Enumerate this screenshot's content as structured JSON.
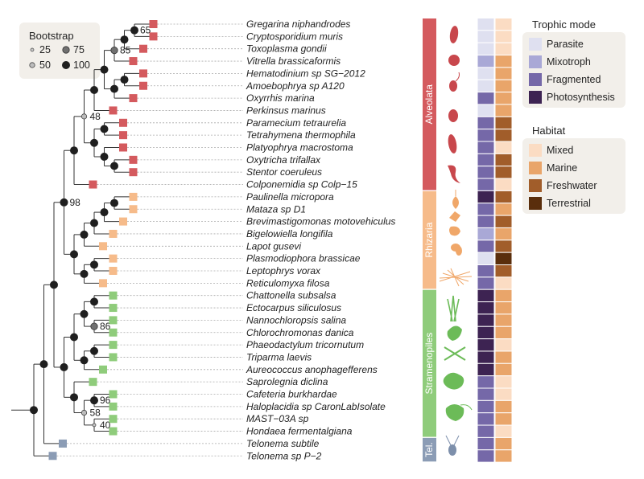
{
  "bootstrap_legend": {
    "title": "Bootstrap",
    "items": [
      {
        "label": "25",
        "value": 25
      },
      {
        "label": "75",
        "value": 75
      },
      {
        "label": "50",
        "value": 50
      },
      {
        "label": "100",
        "value": 100
      }
    ]
  },
  "trophic_legend": {
    "title": "Trophic mode",
    "items": [
      {
        "label": "Parasite",
        "color": "#dfe0f0"
      },
      {
        "label": "Mixotroph",
        "color": "#a9a8d6"
      },
      {
        "label": "Fragmented",
        "color": "#7568a8"
      },
      {
        "label": "Photosynthesis",
        "color": "#3d2352"
      }
    ]
  },
  "habitat_legend": {
    "title": "Habitat",
    "items": [
      {
        "label": "Mixed",
        "color": "#fbdcc3"
      },
      {
        "label": "Marine",
        "color": "#e9a56a"
      },
      {
        "label": "Freshwater",
        "color": "#a15d2a"
      },
      {
        "label": "Terrestrial",
        "color": "#5a2e0c"
      }
    ]
  },
  "clades": [
    {
      "label": "Alveolata",
      "color": "#d45a5e",
      "first": 0,
      "last": 13
    },
    {
      "label": "Rhizaria",
      "color": "#f6bb8a",
      "first": 14,
      "last": 21
    },
    {
      "label": "Stramenopiles",
      "color": "#8fcc7b",
      "first": 22,
      "last": 33
    },
    {
      "label": "Tel.",
      "color": "#8b9cb5",
      "first": 34,
      "last": 35
    }
  ],
  "colors": {
    "Alveolata": "#d45a5e",
    "Rhizaria": "#f6bb8a",
    "Stramenopiles": "#8fcc7b",
    "Telonemia": "#8b9cb5"
  },
  "taxa": [
    {
      "name": "Gregarina niphandrodes",
      "clade": "Alveolata",
      "trophic": "Parasite",
      "habitat": "Mixed"
    },
    {
      "name": "Cryptosporidium muris",
      "clade": "Alveolata",
      "trophic": "Parasite",
      "habitat": "Mixed"
    },
    {
      "name": "Toxoplasma gondii",
      "clade": "Alveolata",
      "trophic": "Parasite",
      "habitat": "Mixed"
    },
    {
      "name": "Vitrella brassicaformis",
      "clade": "Alveolata",
      "trophic": "Mixotroph",
      "habitat": "Marine"
    },
    {
      "name": "Hematodinium sp SG−2012",
      "clade": "Alveolata",
      "trophic": "Parasite",
      "habitat": "Marine"
    },
    {
      "name": "Amoebophrya sp A120",
      "clade": "Alveolata",
      "trophic": "Parasite",
      "habitat": "Marine"
    },
    {
      "name": "Oxyrrhis marina",
      "clade": "Alveolata",
      "trophic": "Fragmented",
      "habitat": "Marine"
    },
    {
      "name": "Perkinsus marinus",
      "clade": "Alveolata",
      "trophic": "Parasite",
      "habitat": "Marine"
    },
    {
      "name": "Paramecium tetraurelia",
      "clade": "Alveolata",
      "trophic": "Fragmented",
      "habitat": "Freshwater"
    },
    {
      "name": "Tetrahymena thermophila",
      "clade": "Alveolata",
      "trophic": "Fragmented",
      "habitat": "Freshwater"
    },
    {
      "name": "Platyophrya macrostoma",
      "clade": "Alveolata",
      "trophic": "Fragmented",
      "habitat": "Mixed"
    },
    {
      "name": "Oxytricha trifallax",
      "clade": "Alveolata",
      "trophic": "Fragmented",
      "habitat": "Freshwater"
    },
    {
      "name": "Stentor coeruleus",
      "clade": "Alveolata",
      "trophic": "Fragmented",
      "habitat": "Freshwater"
    },
    {
      "name": "Colponemidia sp Colp−15",
      "clade": "Alveolata",
      "trophic": "Fragmented",
      "habitat": "Mixed"
    },
    {
      "name": "Paulinella micropora",
      "clade": "Rhizaria",
      "trophic": "Photosynthesis",
      "habitat": "Freshwater"
    },
    {
      "name": "Mataza sp D1",
      "clade": "Rhizaria",
      "trophic": "Fragmented",
      "habitat": "Marine"
    },
    {
      "name": "Brevimastigomonas motovehiculus",
      "clade": "Rhizaria",
      "trophic": "Fragmented",
      "habitat": "Freshwater"
    },
    {
      "name": "Bigelowiella longifila",
      "clade": "Rhizaria",
      "trophic": "Mixotroph",
      "habitat": "Marine"
    },
    {
      "name": "Lapot gusevi",
      "clade": "Rhizaria",
      "trophic": "Fragmented",
      "habitat": "Freshwater"
    },
    {
      "name": "Plasmodiophora brassicae",
      "clade": "Rhizaria",
      "trophic": "Parasite",
      "habitat": "Terrestrial"
    },
    {
      "name": "Leptophrys vorax",
      "clade": "Rhizaria",
      "trophic": "Fragmented",
      "habitat": "Freshwater"
    },
    {
      "name": "Reticulomyxa filosa",
      "clade": "Rhizaria",
      "trophic": "Fragmented",
      "habitat": "Mixed"
    },
    {
      "name": "Chattonella subsalsa",
      "clade": "Stramenopiles",
      "trophic": "Photosynthesis",
      "habitat": "Marine"
    },
    {
      "name": "Ectocarpus siliculosus",
      "clade": "Stramenopiles",
      "trophic": "Photosynthesis",
      "habitat": "Marine"
    },
    {
      "name": "Nannochloropsis salina",
      "clade": "Stramenopiles",
      "trophic": "Photosynthesis",
      "habitat": "Marine"
    },
    {
      "name": "Chlorochromonas danica",
      "clade": "Stramenopiles",
      "trophic": "Photosynthesis",
      "habitat": "Marine"
    },
    {
      "name": "Phaeodactylum tricornutum",
      "clade": "Stramenopiles",
      "trophic": "Photosynthesis",
      "habitat": "Mixed"
    },
    {
      "name": "Triparma laevis",
      "clade": "Stramenopiles",
      "trophic": "Photosynthesis",
      "habitat": "Marine"
    },
    {
      "name": "Aureococcus anophagefferens",
      "clade": "Stramenopiles",
      "trophic": "Photosynthesis",
      "habitat": "Marine"
    },
    {
      "name": "Saprolegnia diclina",
      "clade": "Stramenopiles",
      "trophic": "Fragmented",
      "habitat": "Mixed"
    },
    {
      "name": "Cafeteria burkhardae",
      "clade": "Stramenopiles",
      "trophic": "Fragmented",
      "habitat": "Mixed"
    },
    {
      "name": "Haloplacidia sp CaronLabIsolate",
      "clade": "Stramenopiles",
      "trophic": "Fragmented",
      "habitat": "Marine"
    },
    {
      "name": "MAST−03A sp",
      "clade": "Stramenopiles",
      "trophic": "Fragmented",
      "habitat": "Marine"
    },
    {
      "name": "Hondaea fermentalgiana",
      "clade": "Stramenopiles",
      "trophic": "Fragmented",
      "habitat": "Mixed"
    },
    {
      "name": "Telonema subtile",
      "clade": "Telonemia",
      "trophic": "Fragmented",
      "habitat": "Marine"
    },
    {
      "name": "Telonema sp P−2",
      "clade": "Telonemia",
      "trophic": "Fragmented",
      "habitat": "Marine"
    }
  ],
  "tree": {
    "c": [
      {
        "c": [
          {
            "c": [
              {
                "c": [
                  {
                    "c": [
                      {
                        "c": [
                          {
                            "c": [
                              {
                                "c": [
                                  {
                                    "c": [
                                      {
                                        "c": [
                                          {
                                            "c": [
                                              {
                                                "t": 0
                                              },
                                              {
                                                "t": 1
                                              }
                                            ],
                                            "b": 100,
                                            "bl": "65"
                                          },
                                          {
                                            "t": 2
                                          }
                                        ],
                                        "b": 100
                                      },
                                      {
                                        "t": 3
                                      }
                                    ],
                                    "b": 75,
                                    "bl": "85"
                                  },
                                  {
                                    "c": [
                                      {
                                        "c": [
                                          {
                                            "t": 4
                                          },
                                          {
                                            "t": 5
                                          }
                                        ],
                                        "b": 100
                                      },
                                      {
                                        "t": 6
                                      }
                                    ],
                                    "b": 100
                                  }
                                ],
                                "b": 100
                              },
                              {
                                "t": 7
                              }
                            ],
                            "b": 100
                          },
                          {
                            "c": [
                              {
                                "c": [
                                  {
                                    "t": 8
                                  },
                                  {
                                    "t": 9
                                  }
                                ],
                                "b": 100
                              },
                              {
                                "c": [
                                  {
                                    "t": 10
                                  },
                                  {
                                    "c": [
                                      {
                                        "t": 11
                                      },
                                      {
                                        "t": 12
                                      }
                                    ],
                                    "b": 100
                                  }
                                ],
                                "b": 100
                              }
                            ],
                            "b": 100
                          }
                        ],
                        "b": 50,
                        "bl": "48"
                      },
                      {
                        "t": 13
                      }
                    ],
                    "b": 100
                  },
                  {
                    "c": [
                      {
                        "c": [
                          {
                            "c": [
                              {
                                "c": [
                                  {
                                    "c": [
                                      {
                                        "t": 14
                                      },
                                      {
                                        "t": 15
                                      }
                                    ],
                                    "b": 100
                                  },
                                  {
                                    "t": 16
                                  }
                                ],
                                "b": 100
                              },
                              {
                                "t": 17
                              }
                            ],
                            "b": 100
                          },
                          {
                            "t": 18
                          }
                        ],
                        "b": 100
                      },
                      {
                        "c": [
                          {
                            "c": [
                              {
                                "t": 19
                              },
                              {
                                "t": 20
                              }
                            ],
                            "b": 100
                          },
                          {
                            "t": 21
                          }
                        ],
                        "b": 100
                      }
                    ],
                    "b": 100
                  }
                ],
                "b": 100,
                "bl": "98"
              },
              {
                "c": [
                  {
                    "c": [
                      {
                        "c": [
                          {
                            "c": [
                              {
                                "t": 22
                              },
                              {
                                "t": 23
                              }
                            ],
                            "b": 100
                          },
                          {
                            "c": [
                              {
                                "t": 24
                              },
                              {
                                "t": 25
                              }
                            ],
                            "b": 75,
                            "bl": "86"
                          }
                        ],
                        "b": 100
                      },
                      {
                        "c": [
                          {
                            "c": [
                              {
                                "t": 26
                              },
                              {
                                "t": 27
                              }
                            ],
                            "b": 100
                          },
                          {
                            "t": 28
                          }
                        ],
                        "b": 100
                      }
                    ],
                    "b": 100
                  },
                  {
                    "c": [
                      {
                        "t": 29
                      },
                      {
                        "c": [
                          {
                            "c": [
                              {
                                "t": 30
                              },
                              {
                                "t": 31
                              }
                            ],
                            "b": 100,
                            "bl": "96"
                          },
                          {
                            "c": [
                              {
                                "t": 32
                              },
                              {
                                "t": 33
                              }
                            ],
                            "b": 25,
                            "bl": "40"
                          }
                        ],
                        "b": 50,
                        "bl": "58"
                      }
                    ],
                    "b": 100
                  }
                ],
                "b": 100
              }
            ],
            "b": 100
          },
          {
            "t": 34
          }
        ],
        "b": 100
      },
      {
        "t": 35
      }
    ],
    "b": 100
  }
}
